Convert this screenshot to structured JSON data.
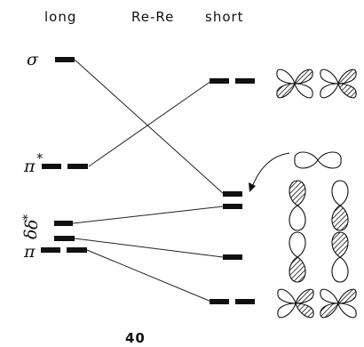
{
  "columns": {
    "long": "long",
    "rere": "Re-Re",
    "short": "short"
  },
  "labels": {
    "sigma": "σ",
    "pi_star": "π",
    "pi_star_sup": "*",
    "delta_star": "δ",
    "delta_star_sup": "*",
    "delta": "δ",
    "pi": "π"
  },
  "caption": "40",
  "ink_color": "#111111",
  "background": "#ffffff"
}
